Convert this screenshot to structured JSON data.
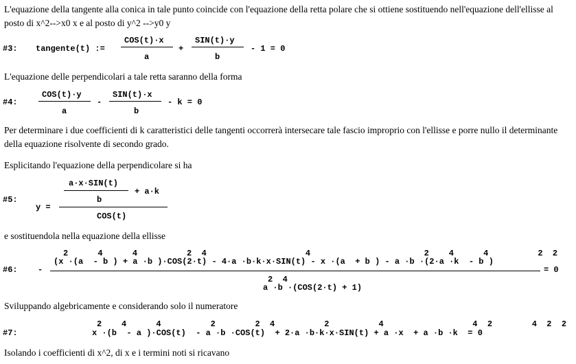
{
  "paragraphs": [
    "L'equazione della tangente alla conica in tale punto coincide con l'equazione della retta polare che si ottiene sostituendo nell'equazione dell'ellisse al posto di x^2-->x0  x e al posto di y^2 -->y0 y",
    "L'equazione delle perpendicolari a tale retta saranno della forma",
    "Per determinare i due coefficienti di k caratteristici delle tangenti occorrerà intersecare tale fascio improprio con l'ellisse e porre nullo il determinante della equazione risolvente di secondo grado.",
    "Esplicitando l'equazione della perpendicolare si ha",
    "e sostituendola nella equazione della ellisse",
    "Sviluppando algebricamente e considerando solo il numeratore",
    "Isolando i coefficienti di x^2, di x e i termini noti si ricavano"
  ],
  "eq3": {
    "label": "#3:",
    "lhs": "tangente(t) :=",
    "num1": "COS(t)·x",
    "den1": "a",
    "plus": "+",
    "num2": "SIN(t)·y",
    "den2": "b",
    "tail": "- 1 = 0"
  },
  "eq4": {
    "label": "#4:",
    "num1": "COS(t)·y",
    "den1": "a",
    "minus": "-",
    "num2": "SIN(t)·x",
    "den2": "b",
    "tail": "- k = 0"
  },
  "eq5": {
    "label": "#5:",
    "lhs": "y =",
    "inner_num": "a·x·SIN(t)",
    "inner_den": "b",
    "plus_term": "+ a·k",
    "den": "COS(t)"
  },
  "eq6": {
    "label": "#6:",
    "sign": "-",
    "num_sup": "2      4      4          2  4                    4                       2    4      4          2  2        2  2       2",
    "num": "(x ·(a  - b ) + a ·b )·COS(2·t) - 4·a ·b·k·x·SIN(t) - x ·(a  + b ) - a ·b ·(2·a ·k  - b )",
    "den_sup": "2  4",
    "den": "a ·b ·(COS(2·t) + 1)",
    "rhs": "= 0"
  },
  "eq7": {
    "label": "#7:",
    "sup": "2    4      4          2        2  4          2          4                  4  2        4  2  2",
    "body": "x ·(b  - a )·COS(t)  - a ·b ·COS(t)  + 2·a ·b·k·x·SIN(t) + a ·x  + a ·b ·k  = 0"
  }
}
